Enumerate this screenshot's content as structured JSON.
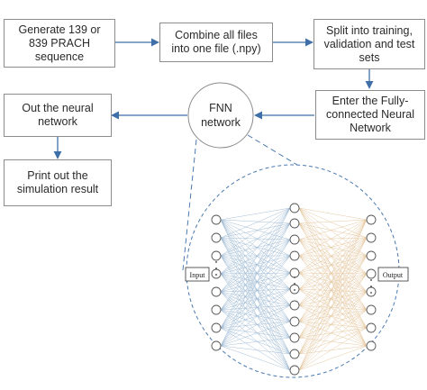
{
  "steps": {
    "generate": "Generate 139 or\n839 PRACH\nsequence",
    "combine": "Combine all files\ninto one file (.npy)",
    "split": "Split into training,\nvalidation and test\nsets",
    "enter": "Enter the Fully-\nconnected Neural\nNetwork",
    "fnn_line1": "FNN",
    "fnn_line2": "network",
    "out": "Out the neural\nnetwork",
    "print": "Print out the\nsimulation result"
  },
  "network": {
    "input_label": "Input",
    "output_label": "Output",
    "layer_sizes": [
      8,
      11,
      8
    ],
    "left_edge_color": "#9bb8d3",
    "right_edge_color": "#e3c49a"
  },
  "colors": {
    "arrow": "#3f6fa8",
    "box_border": "#8c8c8c",
    "zoom_line": "#4a7ab0",
    "node_stroke": "#555555"
  }
}
